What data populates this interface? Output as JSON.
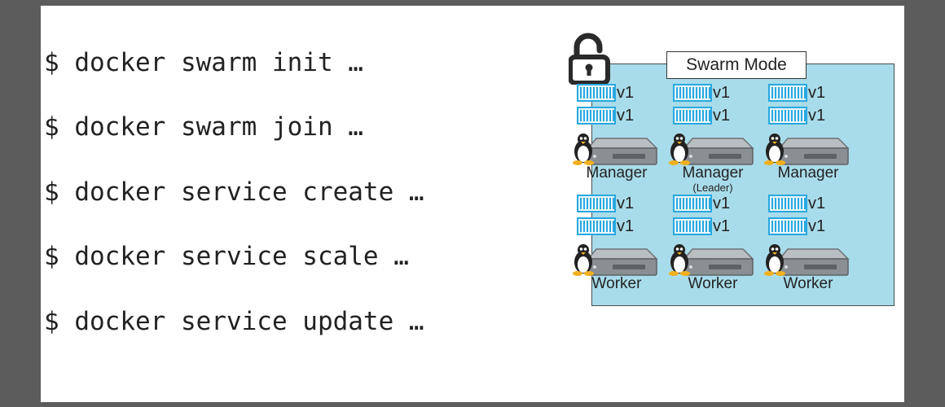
{
  "commands": [
    "$ docker swarm init …",
    "$ docker swarm join …",
    "$ docker service create …",
    "$ docker service scale …",
    "$ docker service update …"
  ],
  "diagram": {
    "title": "Swarm Mode",
    "lock_icon": "unlocked-padlock-icon",
    "container_icon": "container-icon",
    "server_icon": "server-icon",
    "os_icon": "linux-penguin-icon",
    "colors": {
      "swarm_bg": "#a9dcea",
      "container": "#29a8e0",
      "server": "#8a8f94"
    },
    "nodes": [
      {
        "role": "Manager",
        "sub": "",
        "containers": [
          "v1",
          "v1"
        ]
      },
      {
        "role": "Manager",
        "sub": "(Leader)",
        "containers": [
          "v1",
          "v1"
        ]
      },
      {
        "role": "Manager",
        "sub": "",
        "containers": [
          "v1",
          "v1"
        ]
      },
      {
        "role": "Worker",
        "sub": "",
        "containers": [
          "v1",
          "v1"
        ]
      },
      {
        "role": "Worker",
        "sub": "",
        "containers": [
          "v1",
          "v1"
        ]
      },
      {
        "role": "Worker",
        "sub": "",
        "containers": [
          "v1",
          "v1"
        ]
      }
    ]
  }
}
